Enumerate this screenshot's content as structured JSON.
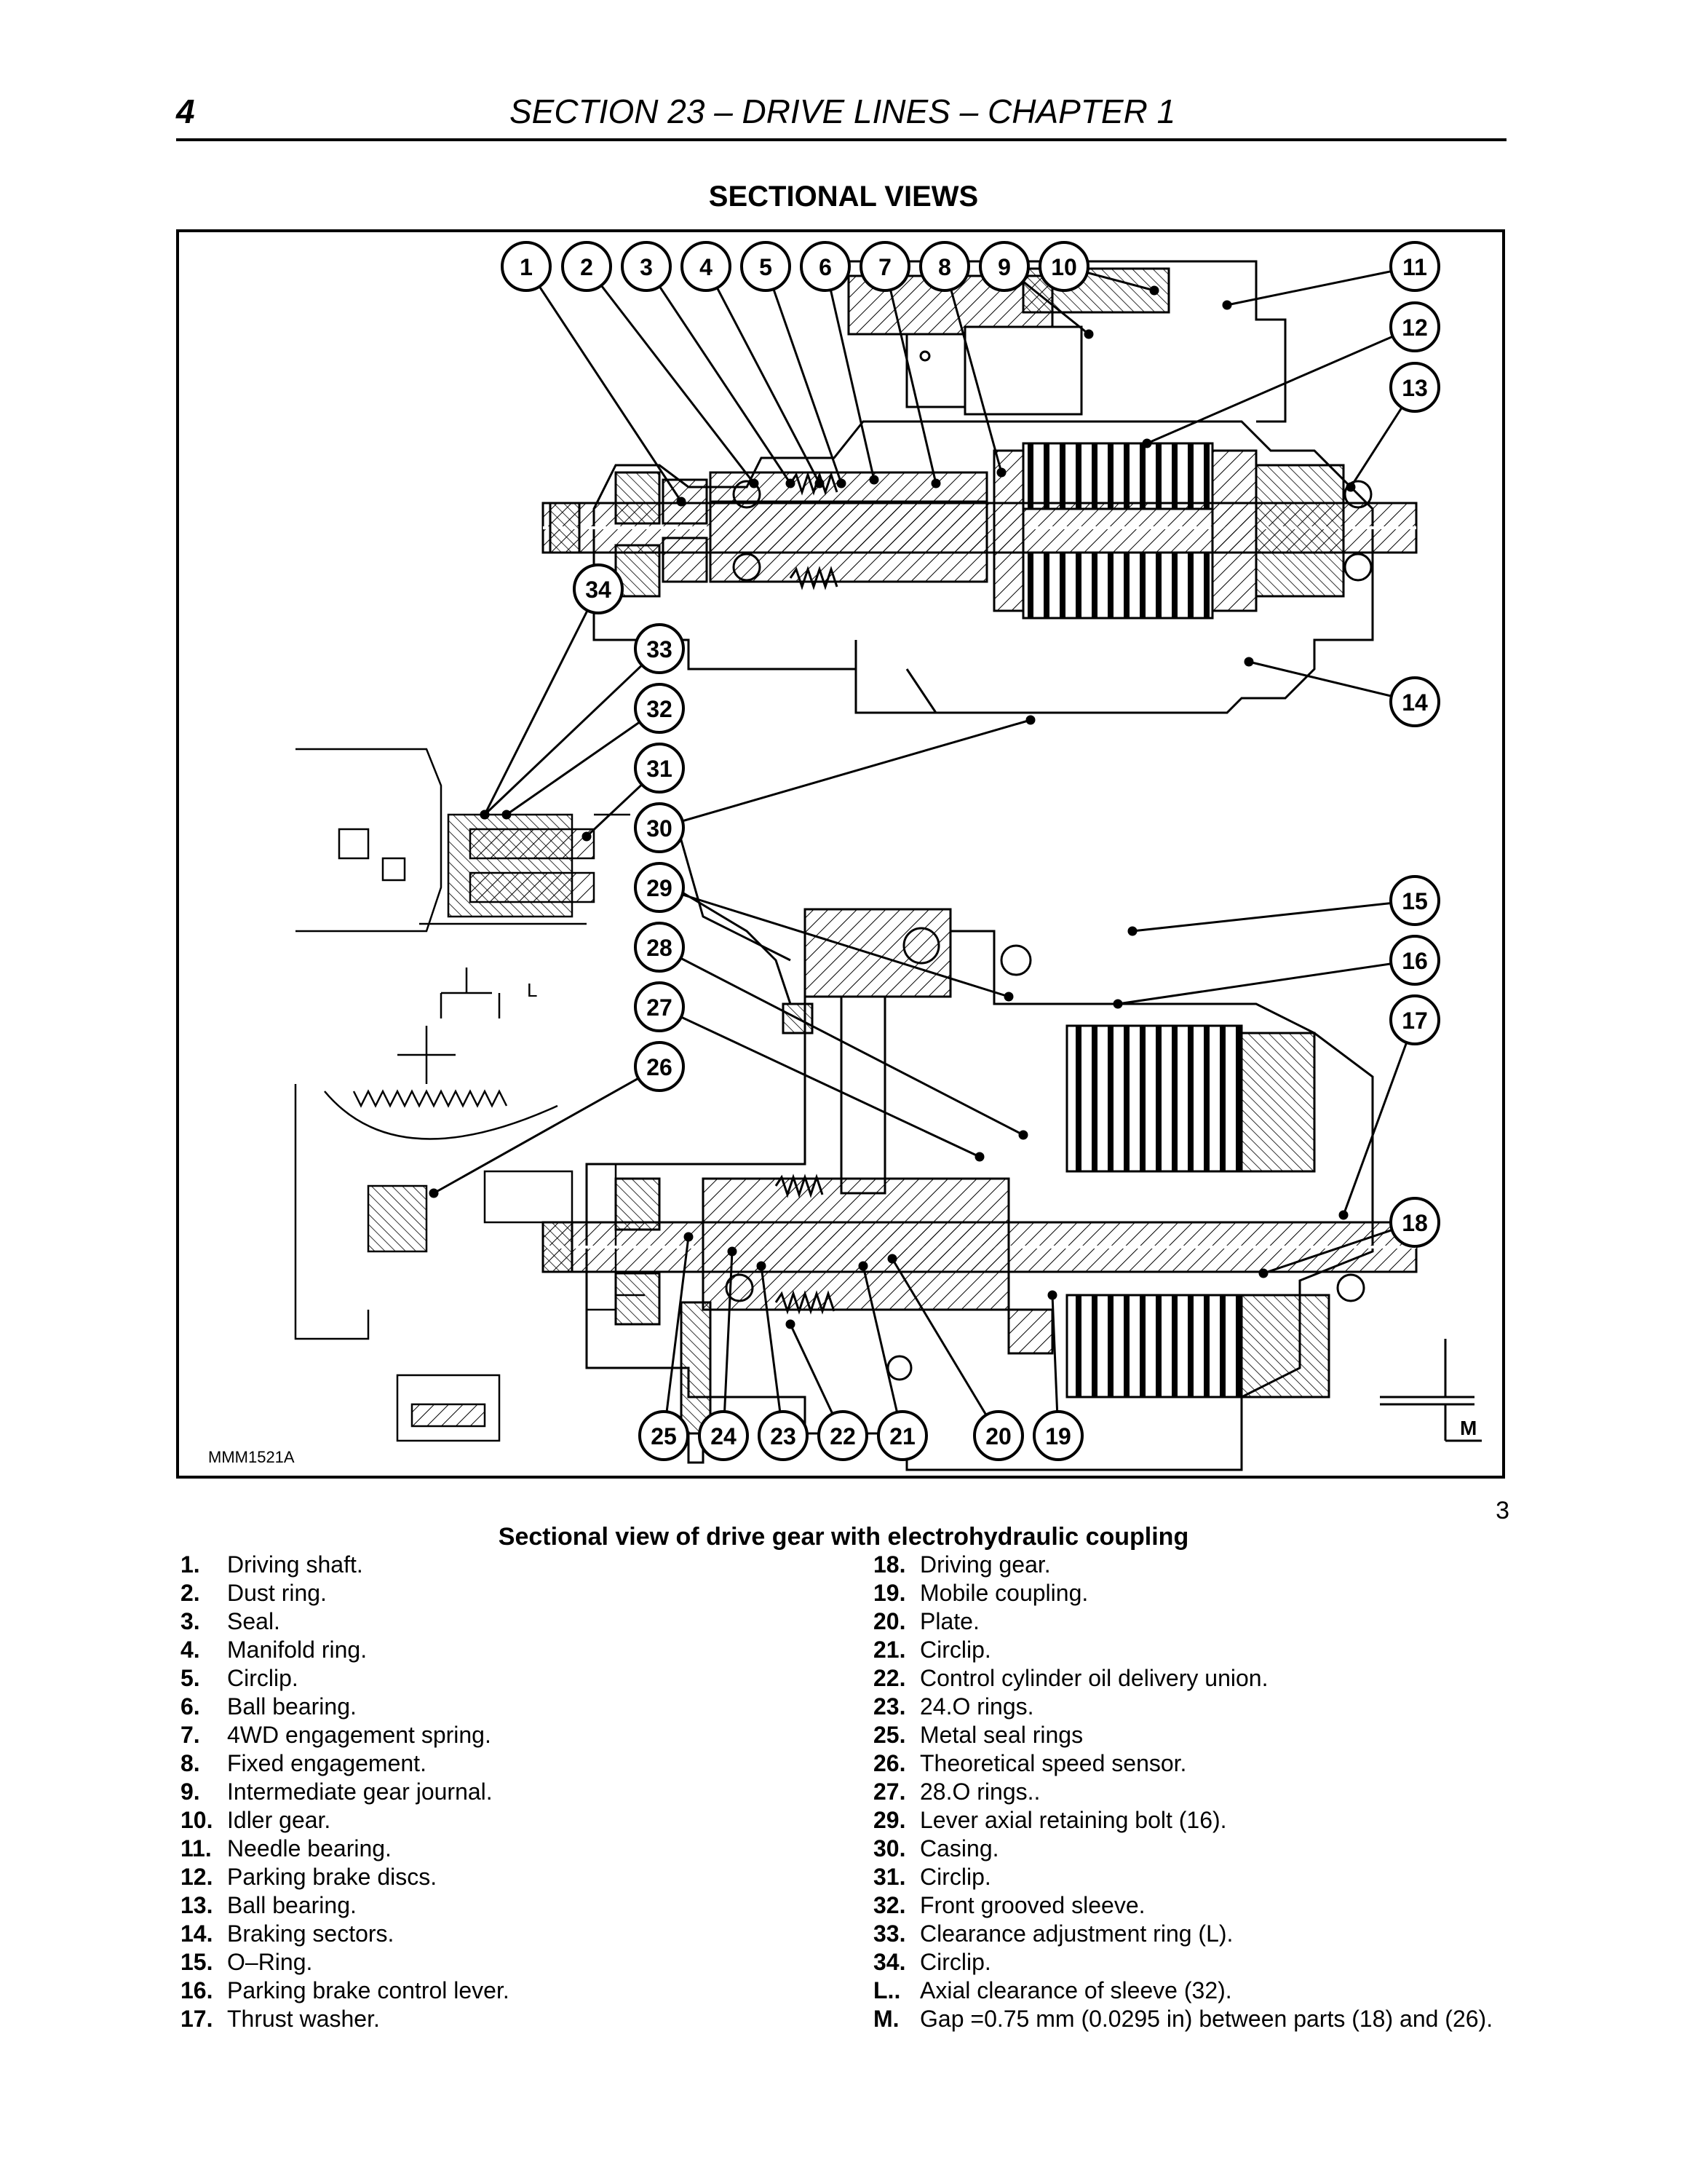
{
  "header": {
    "page_number": "4",
    "title": "SECTION 23 – DRIVE LINES – CHAPTER 1"
  },
  "section_title": "SECTIONAL VIEWS",
  "figure": {
    "code": "MMM1521A",
    "callouts": [
      "1",
      "2",
      "3",
      "4",
      "5",
      "6",
      "7",
      "8",
      "9",
      "10",
      "11",
      "12",
      "13",
      "14",
      "15",
      "16",
      "17",
      "18",
      "19",
      "20",
      "21",
      "22",
      "23",
      "24",
      "25",
      "26",
      "27",
      "28",
      "29",
      "30",
      "31",
      "32",
      "33",
      "34"
    ],
    "dimension_labels": {
      "L": "L",
      "M": "M"
    },
    "number": "3",
    "caption": "Sectional view of drive gear with electrohydraulic coupling"
  },
  "legend_left": [
    {
      "num": "1.",
      "text": "Driving shaft."
    },
    {
      "num": "2.",
      "text": "Dust ring."
    },
    {
      "num": "3.",
      "text": "Seal."
    },
    {
      "num": "4.",
      "text": "Manifold ring."
    },
    {
      "num": "5.",
      "text": "Circlip."
    },
    {
      "num": "6.",
      "text": "Ball bearing."
    },
    {
      "num": "7.",
      "text": "4WD engagement spring."
    },
    {
      "num": "8.",
      "text": "Fixed engagement."
    },
    {
      "num": "9.",
      "text": "Intermediate gear journal."
    },
    {
      "num": "10.",
      "text": "Idler gear."
    },
    {
      "num": "11.",
      "text": "Needle bearing."
    },
    {
      "num": "12.",
      "text": "Parking brake discs."
    },
    {
      "num": "13.",
      "text": "Ball bearing."
    },
    {
      "num": "14.",
      "text": "Braking sectors."
    },
    {
      "num": "15.",
      "text": "O–Ring."
    },
    {
      "num": "16.",
      "text": "Parking brake control lever."
    },
    {
      "num": "17.",
      "text": "Thrust washer."
    }
  ],
  "legend_right": [
    {
      "num": "18.",
      "text": "Driving gear."
    },
    {
      "num": "19.",
      "text": "Mobile coupling."
    },
    {
      "num": "20.",
      "text": "Plate."
    },
    {
      "num": "21.",
      "text": "Circlip."
    },
    {
      "num": "22.",
      "text": "Control cylinder oil delivery union."
    },
    {
      "num": "23.",
      "text": "24.O rings."
    },
    {
      "num": "25.",
      "text": "Metal seal rings"
    },
    {
      "num": "26.",
      "text": "Theoretical speed sensor."
    },
    {
      "num": "27.",
      "text": "28.O rings.."
    },
    {
      "num": "29.",
      "text": "Lever axial retaining bolt (16)."
    },
    {
      "num": "30.",
      "text": "Casing."
    },
    {
      "num": "31.",
      "text": "Circlip."
    },
    {
      "num": "32.",
      "text": "Front grooved sleeve."
    },
    {
      "num": "33.",
      "text": "Clearance adjustment ring (L)."
    },
    {
      "num": "34.",
      "text": "Circlip."
    },
    {
      "num": "L..",
      "text": "Axial clearance of sleeve (32)."
    },
    {
      "num": "M.",
      "text": "Gap =0.75 mm (0.0295 in) between parts (18) and (26)."
    }
  ]
}
